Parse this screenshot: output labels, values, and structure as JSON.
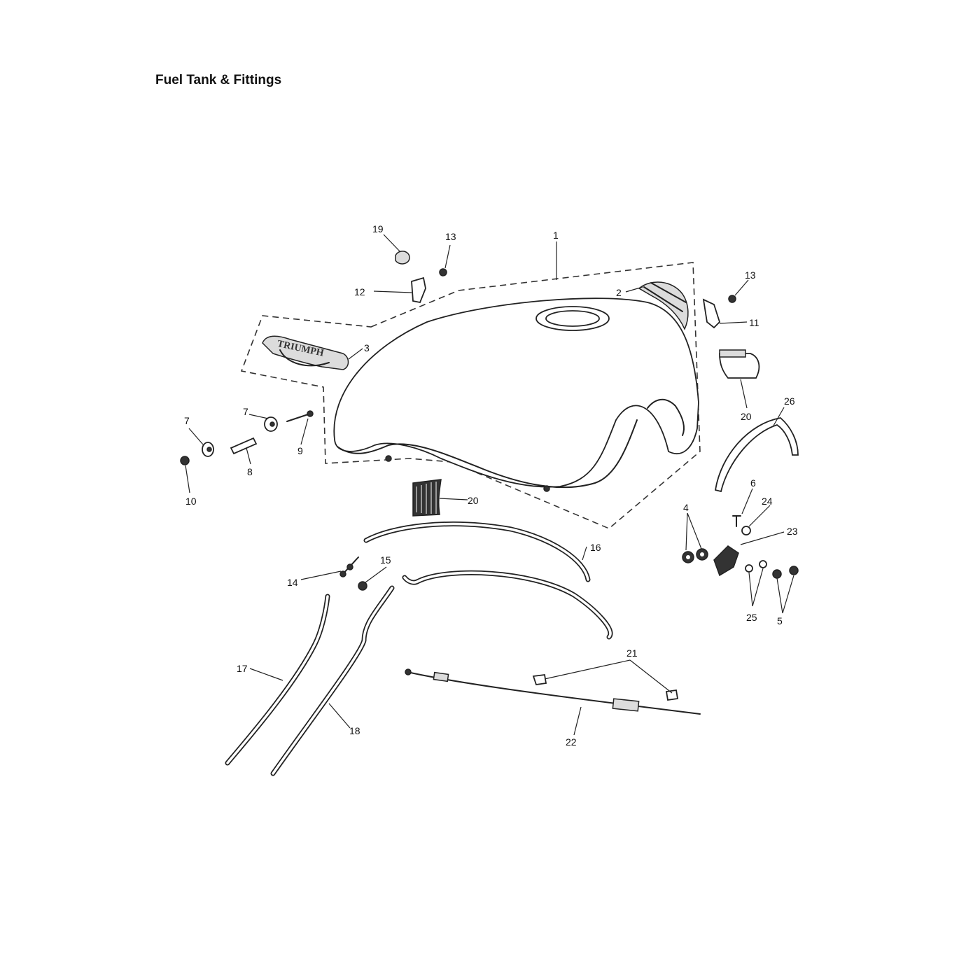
{
  "title": "Fuel Tank & Fittings",
  "callouts": {
    "c1": "1",
    "c2": "2",
    "c3": "3",
    "c4": "4",
    "c5": "5",
    "c6": "6",
    "c7a": "7",
    "c7b": "7",
    "c8": "8",
    "c9": "9",
    "c10": "10",
    "c11": "11",
    "c12": "12",
    "c13a": "13",
    "c13b": "13",
    "c14": "14",
    "c15": "15",
    "c16": "16",
    "c17": "17",
    "c18": "18",
    "c19": "19",
    "c20a": "20",
    "c20b": "20",
    "c21": "21",
    "c22": "22",
    "c23": "23",
    "c24": "24",
    "c25": "25",
    "c26": "26"
  },
  "badge_logo": "TRIUMPH",
  "icons": [
    "fuel-tank-icon",
    "rubber-pad-icon",
    "badge-icon",
    "bolt-icon",
    "nut-icon",
    "washer-icon",
    "bracket-icon",
    "hose-icon",
    "cable-icon",
    "clip-icon"
  ]
}
